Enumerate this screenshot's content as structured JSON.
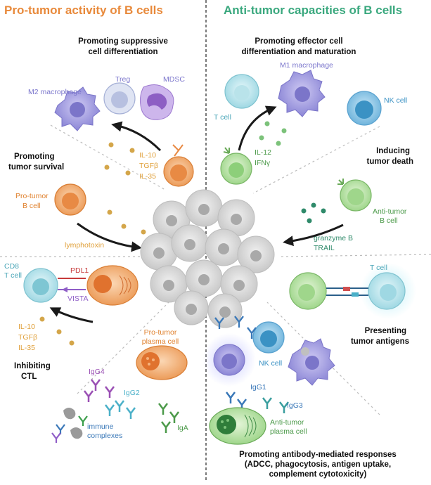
{
  "headers": {
    "left": "Pro-tumor activity of B cells",
    "right": "Anti-tumor capacities of B cells"
  },
  "colors": {
    "pro": "#e8893a",
    "anti": "#3aa87e",
    "macrophage": "#8b86d6",
    "tcell": "#8fd3df",
    "treg": "#aab4da",
    "mdsc": "#a07ad0",
    "nk": "#3b92c4",
    "bcell_green": "#8dcf7a",
    "tumor": "#d0d0d0"
  },
  "left": {
    "section_suppressive": {
      "line1": "Promoting suppressive",
      "line2": "cell differentiation"
    },
    "m2_macrophage": "M2 macrophage",
    "treg": "Treg",
    "mdsc": "MDSC",
    "cytokines_top": {
      "l1": "IL-10",
      "l2": "TGFβ",
      "l3": "IL-35"
    },
    "section_survival": {
      "line1": "Promoting",
      "line2": "tumor survival"
    },
    "pro_tumor_bcell": {
      "line1": "Pro-tumor",
      "line2": "B cell"
    },
    "lymphotoxin": "lymphotoxin",
    "cd8": {
      "line1": "CD8",
      "line2": "T cell"
    },
    "pdl1": "PDL1",
    "vista": "VISTA",
    "cytokines_bottom": {
      "l1": "IL-10",
      "l2": "TGFβ",
      "l3": "IL-35"
    },
    "section_ctl": {
      "line1": "Inhibiting",
      "line2": "CTL"
    },
    "pro_tumor_plasma": {
      "line1": "Pro-tumor",
      "line2": "plasma cell"
    },
    "igg4": "IgG4",
    "igg2": "IgG2",
    "iga": "IgA",
    "immune_complexes": {
      "line1": "immune",
      "line2": "complexes"
    }
  },
  "right": {
    "section_effector": {
      "line1": "Promoting effector cell",
      "line2": "differentiation and maturation"
    },
    "m1_macrophage": "M1 macrophage",
    "tcell": "T cell",
    "nkcell": "NK cell",
    "cytokines": {
      "l1": "IL-12",
      "l2": "IFNγ"
    },
    "section_death": {
      "line1": "Inducing",
      "line2": "tumor death"
    },
    "anti_tumor_bcell": {
      "line1": "Anti-tumor",
      "line2": "B cell"
    },
    "granzyme": {
      "l1": "granzyme B",
      "l2": "TRAIL"
    },
    "tcell2": "T cell",
    "section_presenting": {
      "line1": "Presenting",
      "line2": "tumor antigens"
    },
    "nkcell2": "NK cell",
    "igg1": "IgG1",
    "igg3": "IgG3",
    "anti_tumor_plasma": {
      "line1": "Anti-tumor",
      "line2": "plasma cell"
    },
    "section_antibody": {
      "line1": "Promoting antibody-mediated responses",
      "line2": "(ADCC, phagocytosis, antigen uptake,",
      "line3": "complement cytotoxicity)"
    }
  }
}
